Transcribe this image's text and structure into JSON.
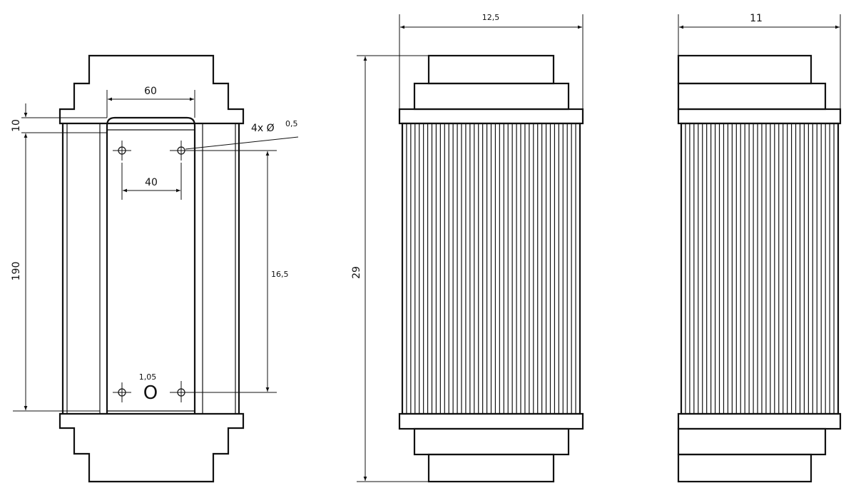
{
  "left_view": {
    "dim_width": "60",
    "dim_top": "10",
    "dim_hole_spacing": "40",
    "hole_callout_prefix": "4x Ø",
    "hole_callout_value": "0,5",
    "dim_height": "190",
    "dim_hole_vertical": "16,5",
    "dim_small": "1,05",
    "marker": "O"
  },
  "middle_view": {
    "dim_width": "12,5",
    "dim_height": "29",
    "pleat_count": 42
  },
  "right_view": {
    "dim_width": "11",
    "pleat_count": 37
  },
  "colors": {
    "line": "#111111",
    "background": "#ffffff"
  }
}
